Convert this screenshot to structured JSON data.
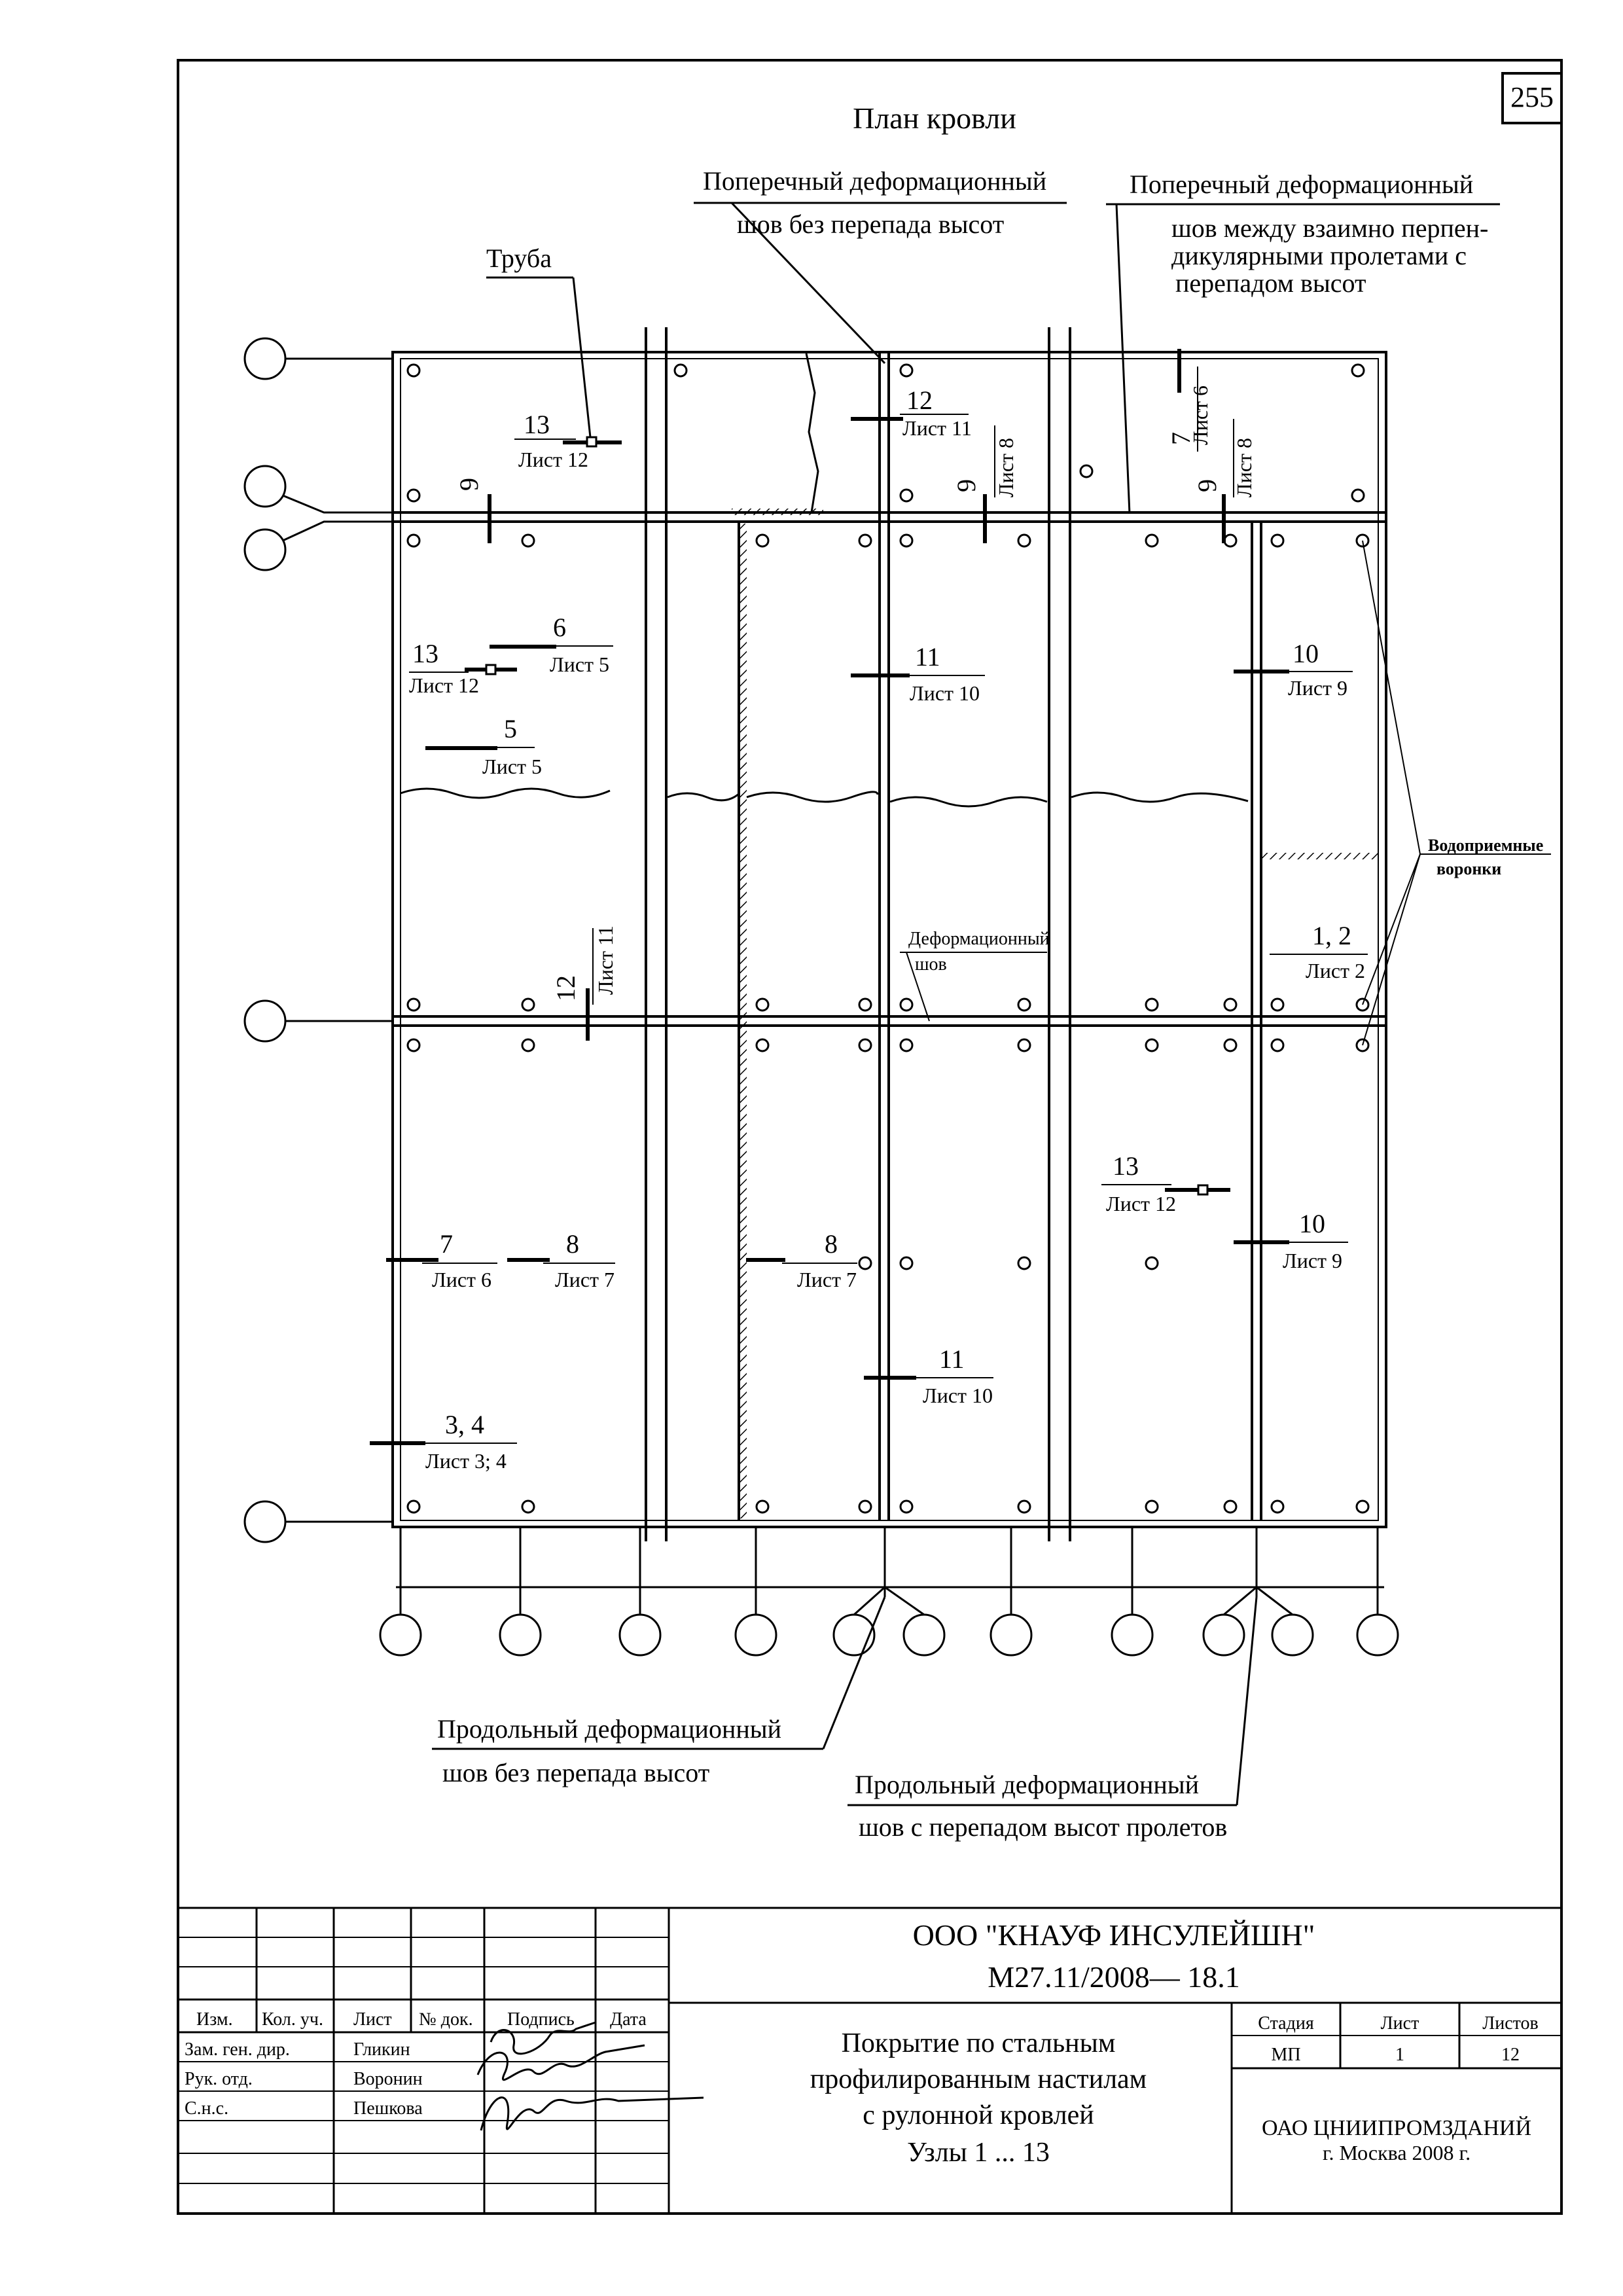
{
  "sheet": {
    "page_number": "255",
    "title": "План кровли"
  },
  "callouts": {
    "pipe": "Труба",
    "transverse_no_diff_1": "Поперечный деформационный",
    "transverse_no_diff_2": "шов без перепада высот",
    "transverse_diff_1": "Поперечный деформационный",
    "transverse_diff_2": "шов между взаимно перпен-",
    "transverse_diff_3": "дикулярными пролетами с",
    "transverse_diff_4": "перепадом высот",
    "funnels_1": "Водоприемные",
    "funnels_2": "воронки",
    "deform_joint_1": "Деформационный",
    "deform_joint_2": "шов",
    "long_no_diff_1": "Продольный деформационный",
    "long_no_diff_2": "шов без перепада высот",
    "long_diff_1": "Продольный деформационный",
    "long_diff_2": "шов с перепадом высот пролетов"
  },
  "nodes": [
    {
      "num": "13",
      "sheet": "Лист 12"
    },
    {
      "num": "9",
      "sheet": ""
    },
    {
      "num": "12",
      "sheet": "Лист 11"
    },
    {
      "num": "9",
      "sheet": "Лист 8"
    },
    {
      "num": "7",
      "sheet": "Лист 6"
    },
    {
      "num": "9",
      "sheet": "Лист 8"
    },
    {
      "num": "6",
      "sheet": "Лист 5"
    },
    {
      "num": "13",
      "sheet": "Лист 12"
    },
    {
      "num": "5",
      "sheet": "Лист 5"
    },
    {
      "num": "11",
      "sheet": "Лист 10"
    },
    {
      "num": "10",
      "sheet": "Лист 9"
    },
    {
      "num": "1, 2",
      "sheet": "Лист 2"
    },
    {
      "num": "12",
      "sheet": "Лист 11"
    },
    {
      "num": "13",
      "sheet": "Лист 12"
    },
    {
      "num": "10",
      "sheet": "Лист 9"
    },
    {
      "num": "7",
      "sheet": "Лист 6"
    },
    {
      "num": "8",
      "sheet": "Лист 7"
    },
    {
      "num": "8",
      "sheet": "Лист 7"
    },
    {
      "num": "11",
      "sheet": "Лист 10"
    },
    {
      "num": "3, 4",
      "sheet": "Лист 3; 4"
    }
  ],
  "title_block": {
    "company": "ООО \"КНАУФ ИНСУЛЕЙШН\"",
    "code": "М27.11/2008— 18.1",
    "headers": {
      "izm": "Изм.",
      "kol": "Кол. уч.",
      "list": "Лист",
      "doc": "№ док.",
      "sign": "Подпись",
      "date": "Дата"
    },
    "roles": [
      {
        "role": "Зам. ген. дир.",
        "name": "Гликин"
      },
      {
        "role": "Рук. отд.",
        "name": "Воронин"
      },
      {
        "role": "С.н.с.",
        "name": "Пешкова"
      }
    ],
    "description_1": "Покрытие по стальным",
    "description_2": "профилированным настилам",
    "description_3": "с рулонной кровлей",
    "description_4": "Узлы 1 ... 13",
    "stage_label": "Стадия",
    "sheet_label": "Лист",
    "sheets_label": "Листов",
    "stage": "МП",
    "sheet": "1",
    "sheets": "12",
    "org_1": "ОАО ЦНИИПРОМЗДАНИЙ",
    "org_2": "г. Москва 2008 г."
  }
}
